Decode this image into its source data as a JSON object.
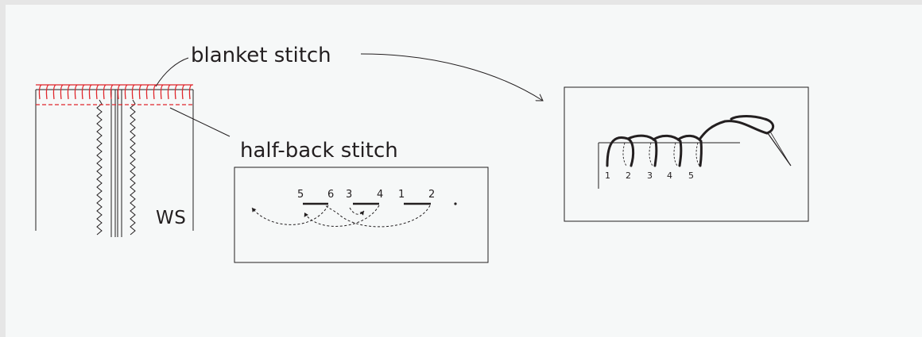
{
  "labels": {
    "blanket_stitch": "blanket stitch",
    "half_back_stitch": "half-back stitch",
    "wrong_side": "WS"
  },
  "half_back_numbers": [
    "5",
    "6",
    "3",
    "4",
    "1",
    "2"
  ],
  "blanket_numbers": [
    "1",
    "2",
    "3",
    "4",
    "5"
  ],
  "colors": {
    "stitch_red": "#e0262b",
    "line": "#231f20",
    "background": "#f6f8f8",
    "frame": "#e6e6e6"
  }
}
